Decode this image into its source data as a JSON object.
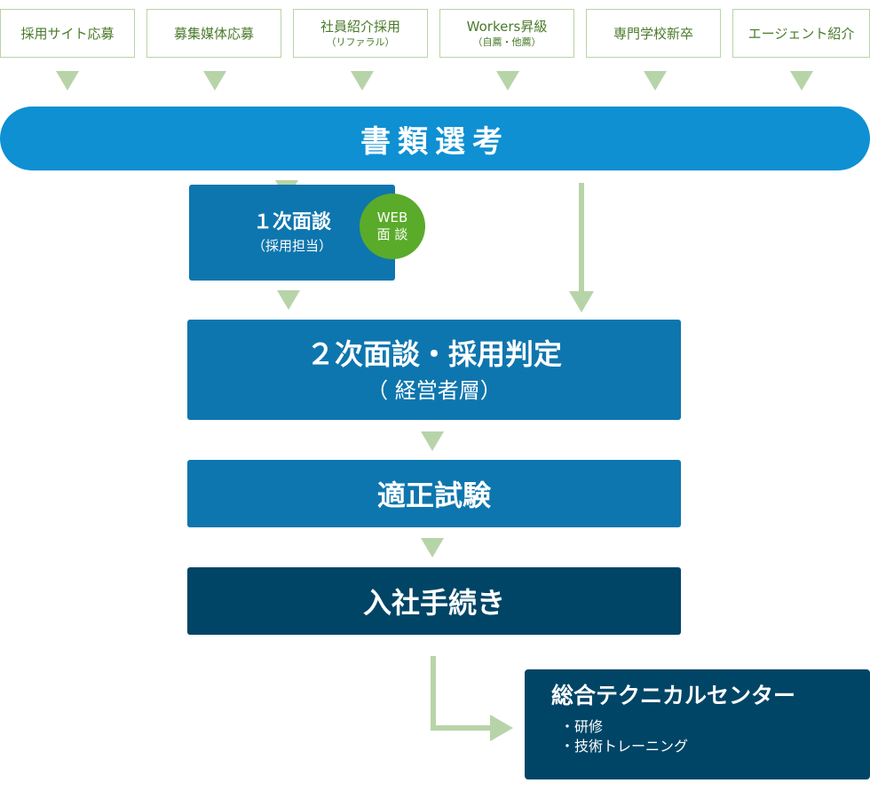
{
  "sources": [
    {
      "label": "採用サイト応募",
      "sub": ""
    },
    {
      "label": "募集媒体応募",
      "sub": ""
    },
    {
      "label": "社員紹介採用",
      "sub": "（リファラル）"
    },
    {
      "label": "Workers昇級",
      "sub": "（自薦・他薦）"
    },
    {
      "label": "専門学校新卒",
      "sub": ""
    },
    {
      "label": "エージェント紹介",
      "sub": ""
    }
  ],
  "screening": {
    "label": "書類選考"
  },
  "first_interview": {
    "title": "１次面談",
    "sub": "（採用担当）",
    "badge_line1": "WEB",
    "badge_line2": "面 談"
  },
  "second_interview": {
    "title": "２次面談・採用判定",
    "sub": "（ 経営者層）"
  },
  "aptitude": {
    "label": "適正試験"
  },
  "onboarding": {
    "label": "入社手続き"
  },
  "training": {
    "title": "総合テクニカルセンター",
    "items": [
      "・研修",
      "・技術トレーニング"
    ]
  },
  "colors": {
    "arrow": "#b7d4a9",
    "pill": "#0e90d2",
    "box": "#0e76ae",
    "dark": "#004566",
    "badge": "#5aab2a",
    "source_text": "#4a7a2a"
  }
}
